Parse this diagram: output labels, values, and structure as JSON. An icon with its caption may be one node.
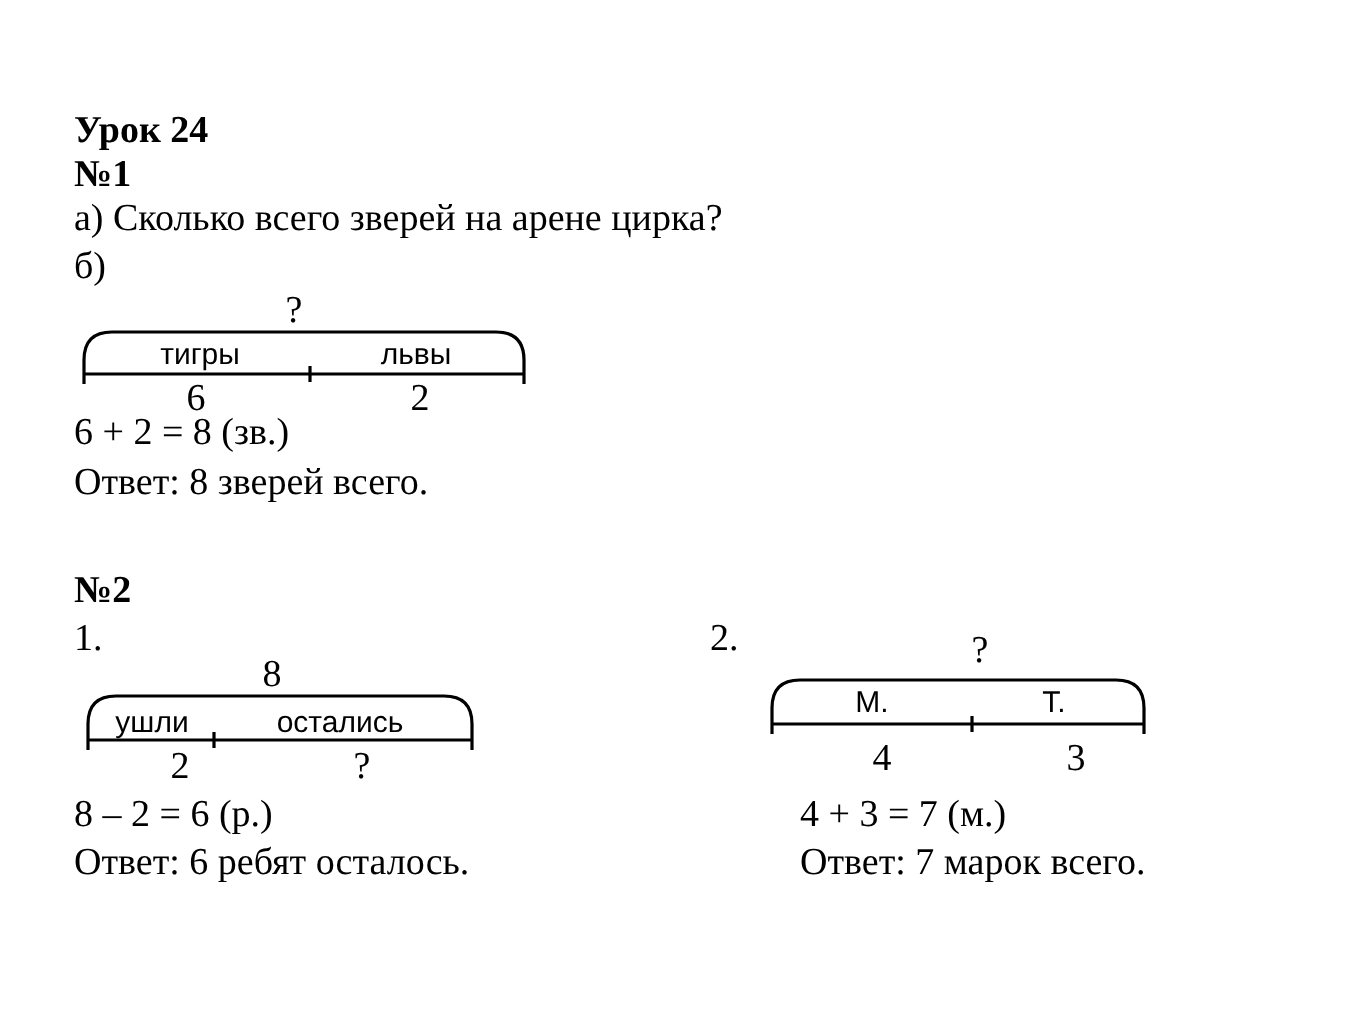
{
  "diagram": {
    "labels": [
      "Урок 24",
      "№1",
      "а) Сколько всего зверей на арене цирка?",
      "б)",
      "?",
      "тигры",
      "львы",
      "6",
      "2",
      "6 + 2 = 8 (зв.)",
      "Ответ: 8 зверей всего.",
      "№2",
      "1.",
      "2.",
      "8",
      "?",
      "ушли",
      "остались",
      "М.",
      "Т.",
      "2",
      "?",
      "4",
      "3",
      "8 – 2 = 6 (р.)",
      "4 + 3 = 7 (м.)",
      "Ответ: 6 ребят осталось.",
      "Ответ: 7 марок всего."
    ]
  }
}
